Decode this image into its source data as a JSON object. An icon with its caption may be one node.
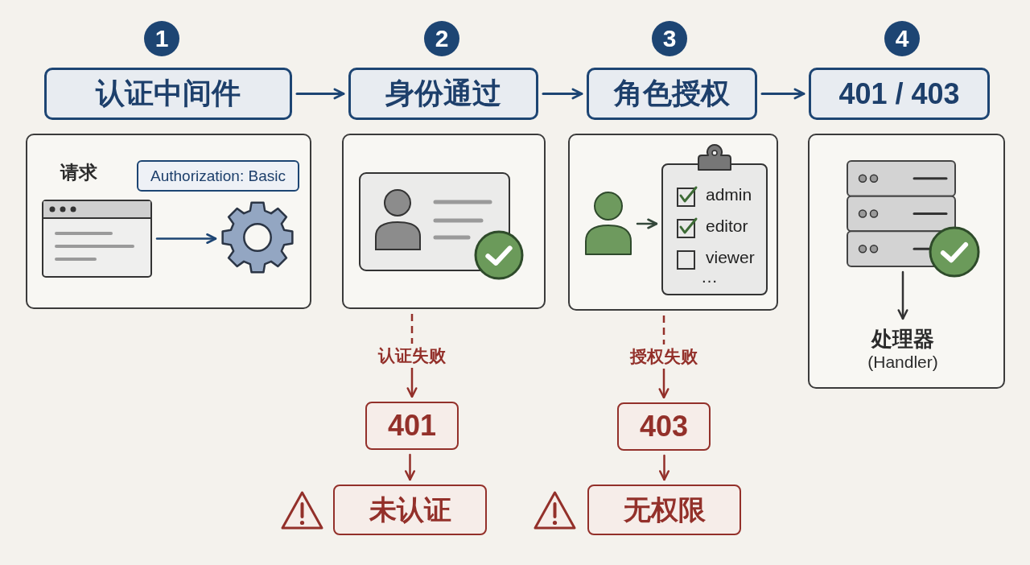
{
  "diagram": {
    "nodes": [
      {
        "text": [
          "认证中间件"
        ],
        "beside": [
          "1"
        ]
      },
      {
        "text": [
          "身份通过"
        ],
        "beside": [
          "2"
        ]
      },
      {
        "text": [
          "角色授权"
        ],
        "beside": [
          "3"
        ]
      },
      {
        "text": [
          "401 / 403"
        ],
        "beside": [
          "4"
        ]
      },
      {
        "text": [
          "请求"
        ]
      },
      {
        "text": [
          "Authorization: Basic"
        ],
        "in": 4
      },
      {
        "text": [],
        "shape": "picture",
        "in": 4
      },
      {
        "text": [],
        "shape": "picture",
        "in": 4
      },
      {
        "text": [],
        "shape": "box"
      },
      {
        "text": [],
        "shape": "box"
      },
      {
        "text": [],
        "shape": "picture",
        "in": 9
      },
      {
        "text": [
          "admin",
          "editor",
          "viewer",
          "…"
        ],
        "in": 9
      },
      {
        "text": [],
        "shape": "box"
      },
      {
        "text": [],
        "shape": "picture",
        "in": 12
      },
      {
        "text": [
          "处理器",
          "(Handler)"
        ],
        "in": 12
      },
      {
        "text": [
          "401"
        ]
      },
      {
        "text": [
          "未认证"
        ]
      },
      {
        "text": [
          "403"
        ]
      },
      {
        "text": [
          "无权限"
        ]
      }
    ],
    "edges": [
      {
        "from": 0,
        "to": 1,
        "arrow": "to"
      },
      {
        "from": 1,
        "to": 2,
        "arrow": "to"
      },
      {
        "from": 2,
        "to": 3,
        "arrow": "to"
      },
      {
        "from": 6,
        "to": 7,
        "arrow": "to"
      },
      {
        "from": 10,
        "to": 11,
        "arrow": "to",
        "color": "#34483a"
      },
      {
        "from": 13,
        "to": 14,
        "arrow": "to",
        "color": "#333333"
      },
      {
        "from": 8,
        "to": 15,
        "arrow": "to",
        "label": "认证失败",
        "style": "dashed",
        "color": "#93302a"
      },
      {
        "from": 15,
        "to": 16,
        "arrow": "to",
        "color": "#93302a"
      },
      {
        "from": 9,
        "to": 17,
        "arrow": "to",
        "label": "授权失败",
        "style": "dashed",
        "color": "#93302a"
      },
      {
        "from": 17,
        "to": 18,
        "arrow": "to",
        "color": "#93302a"
      }
    ]
  }
}
